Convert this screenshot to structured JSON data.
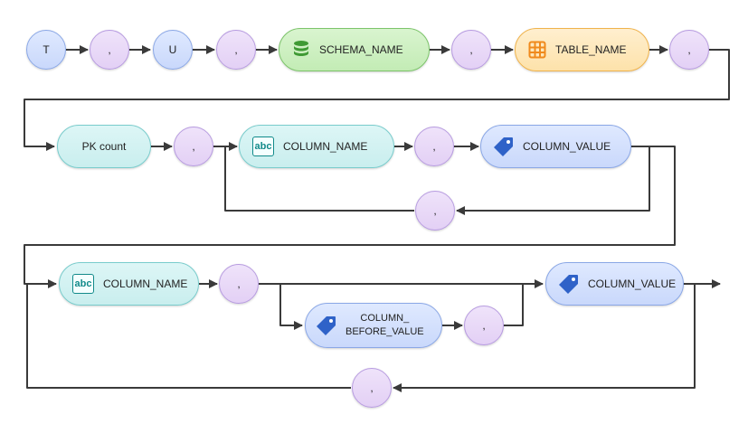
{
  "row1": {
    "t_label": "T",
    "sep1": ",",
    "u_label": "U",
    "sep2": ",",
    "schema_label": "SCHEMA_NAME",
    "sep3": ",",
    "table_label": "TABLE_NAME",
    "sep4": ","
  },
  "row2": {
    "pk_label": "PK count",
    "sep1": ",",
    "column_name_label": "COLUMN_NAME",
    "sep2": ",",
    "column_value_label": "COLUMN_VALUE",
    "loop_sep": ","
  },
  "row3": {
    "column_name_label": "COLUMN_NAME",
    "sep1": ",",
    "before_value_line1": "COLUMN_",
    "before_value_line2": "BEFORE_VALUE",
    "sep2": ",",
    "column_value_label": "COLUMN_VALUE",
    "loop_sep": ","
  },
  "icons": {
    "schema": "database-icon",
    "table": "table-grid-icon",
    "column_name": "abc-text-icon",
    "column_value": "tag-icon"
  },
  "colors": {
    "line": "#3a3a3a",
    "blue": "#c9d8fb",
    "purple": "#e3d0f5",
    "green": "#c3ecb5",
    "orange": "#fde2aa",
    "teal": "#c9eeee"
  }
}
